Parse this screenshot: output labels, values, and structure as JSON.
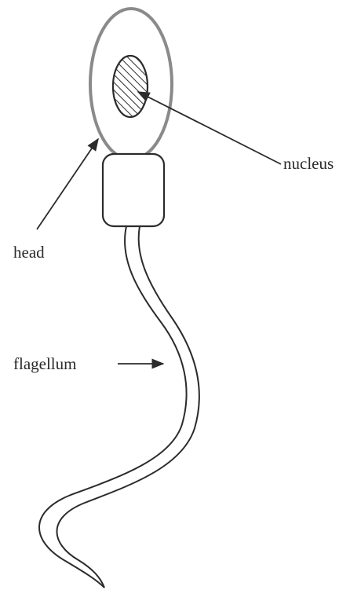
{
  "labels": {
    "nucleus": "nucleus",
    "head": "head",
    "flagellum": "flagellum"
  },
  "colors": {
    "head_outline": "#8a8a8a",
    "line": "#2b2b2b",
    "hatch": "#2b2b2b",
    "background": "#ffffff"
  }
}
